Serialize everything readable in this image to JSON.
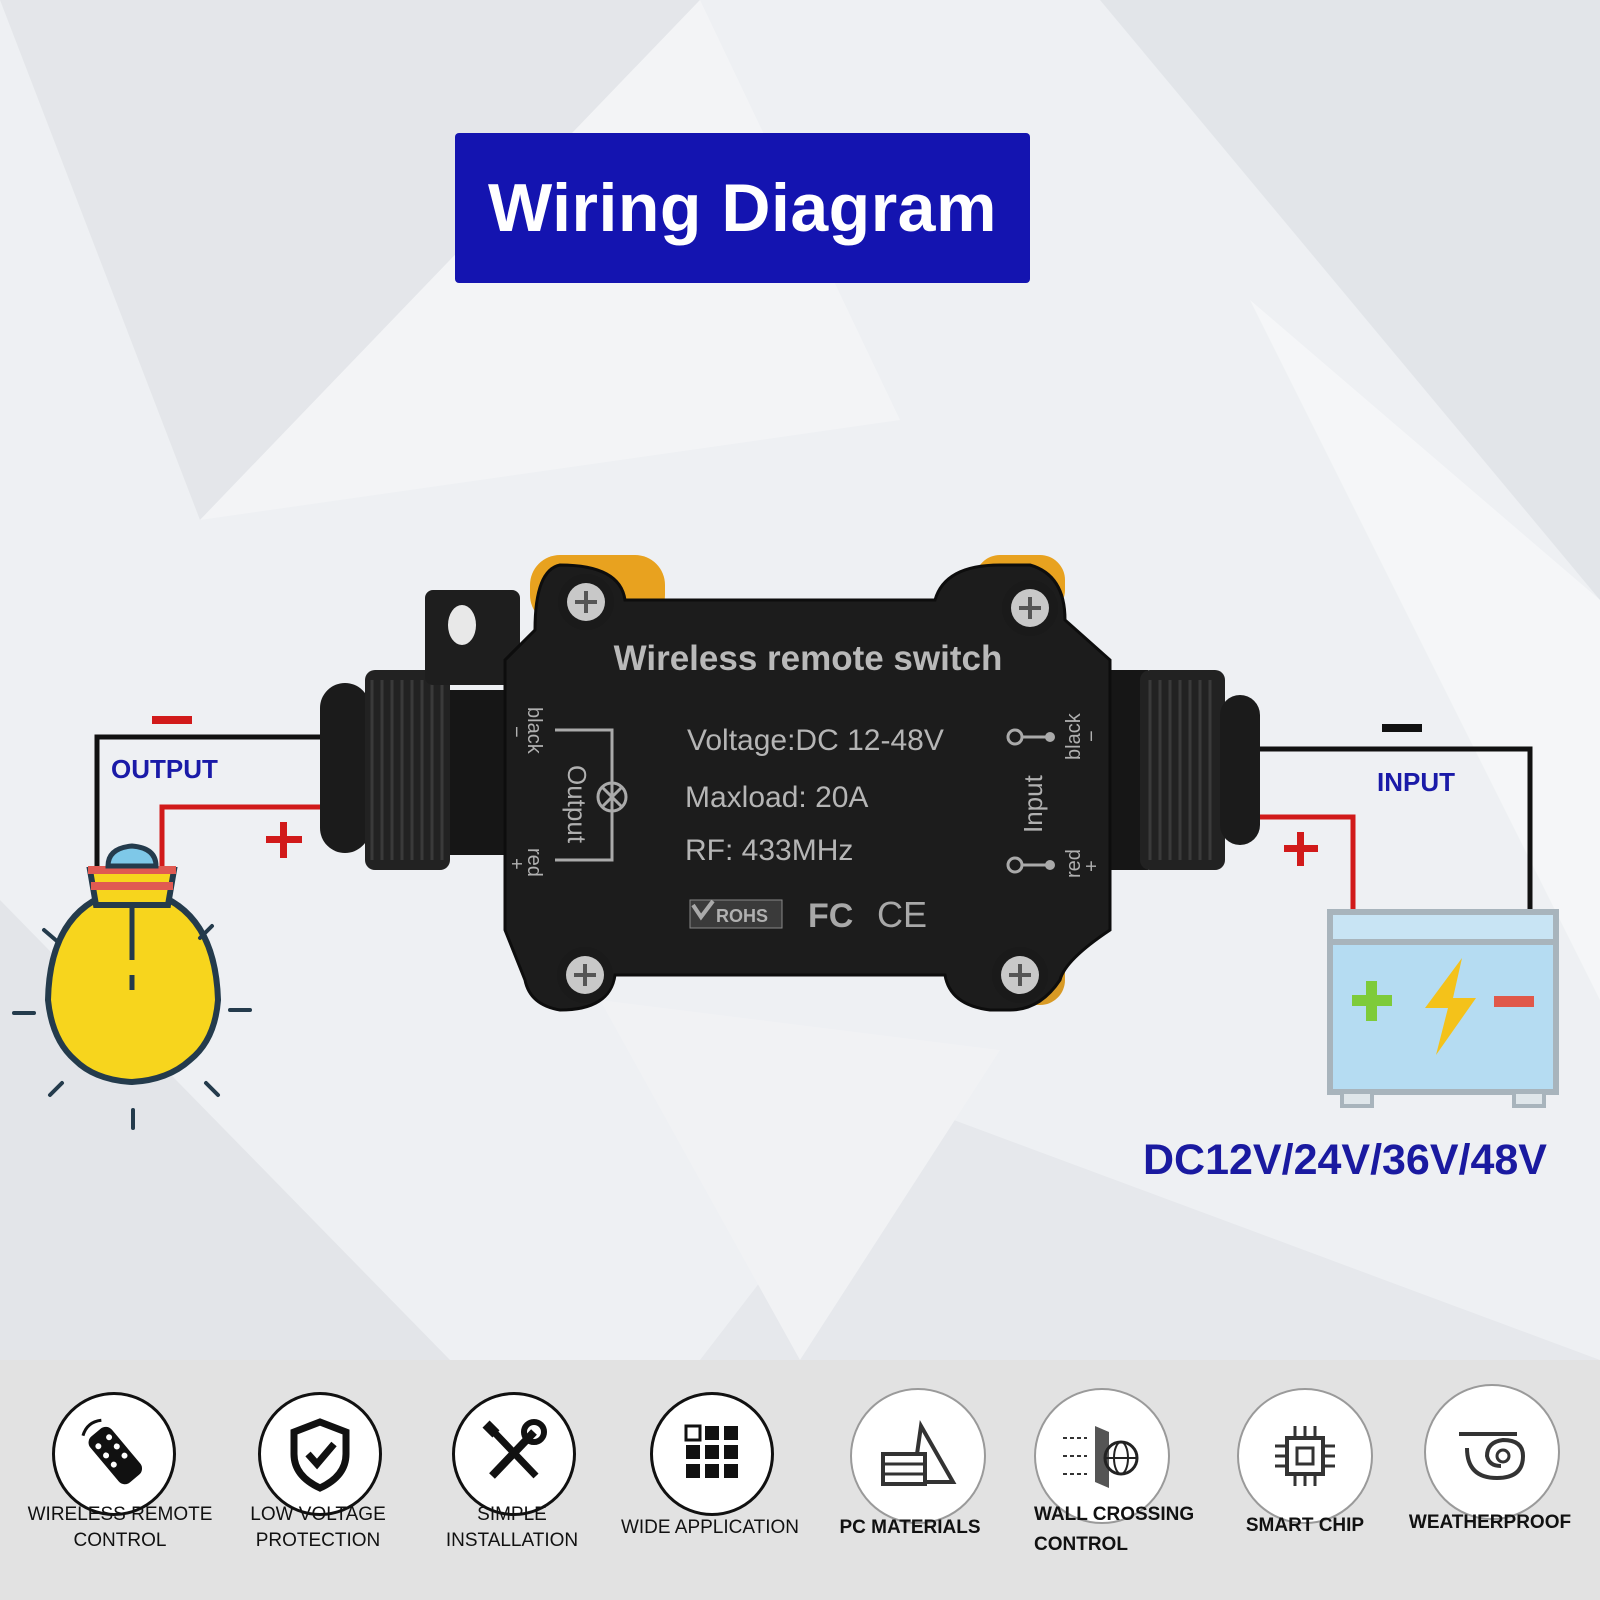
{
  "title": "Wiring Diagram",
  "device": {
    "name": "Wireless remote switch",
    "specs": [
      "Voltage:DC 12-48V",
      "Maxload: 20A",
      "RF: 433MHz"
    ],
    "output_label": "Output",
    "input_label": "Input",
    "wire_black": "black",
    "wire_red": "red",
    "minus": "−",
    "plus": "+",
    "certs": [
      "ROHS",
      "FC",
      "CE"
    ]
  },
  "labels": {
    "output": "OUTPUT",
    "input": "INPUT",
    "minus": "−",
    "plus": "+",
    "voltage_range": "DC12V/24V/36V/48V"
  },
  "colors": {
    "title_bg": "#1414b0",
    "label_blue": "#1a1aa8",
    "wire_red": "#d11a1a",
    "wire_black": "#111111",
    "bulb_yellow": "#f7d51d",
    "battery_body": "#b5dcf2"
  },
  "features": [
    {
      "icon": "remote-control-icon",
      "label_lines": [
        "WIRELESS REMOTE",
        "CONTROL"
      ]
    },
    {
      "icon": "shield-check-icon",
      "label_lines": [
        "LOW VOLTAGE",
        "PROTECTION"
      ]
    },
    {
      "icon": "tools-icon",
      "label_lines": [
        "SIMPLE",
        "INSTALLATION"
      ]
    },
    {
      "icon": "grid-apps-icon",
      "label_lines": [
        "WIDE APPLICATION"
      ]
    },
    {
      "icon": "materials-icon",
      "label_lines": [
        "PC MATERIALS"
      ]
    },
    {
      "icon": "wall-globe-icon",
      "label_lines": [
        "WALL CROSSING",
        "CONTROL"
      ]
    },
    {
      "icon": "chip-icon",
      "label_lines": [
        "SMART CHIP"
      ]
    },
    {
      "icon": "weatherproof-icon",
      "label_lines": [
        "WEATHERPROOF"
      ]
    }
  ]
}
